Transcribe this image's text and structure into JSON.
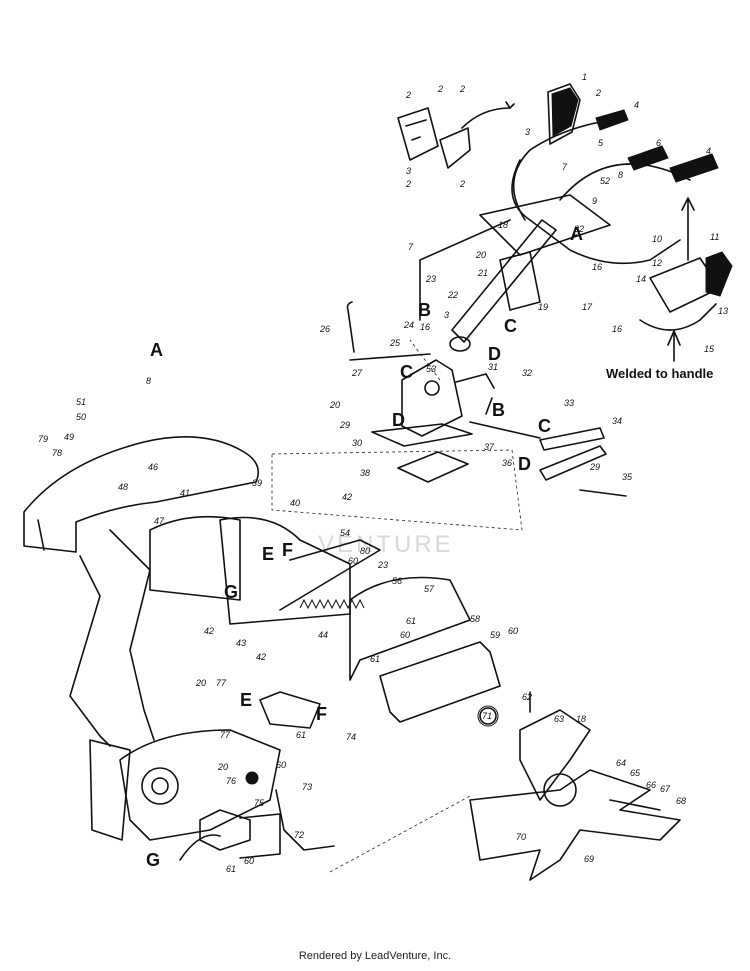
{
  "diagram": {
    "watermark": "VENTURE",
    "note": "Welded to handle",
    "callouts": [
      {
        "id": "1",
        "label": "1"
      },
      {
        "id": "2a",
        "label": "2"
      },
      {
        "id": "2b",
        "label": "2"
      },
      {
        "id": "2c",
        "label": "2"
      },
      {
        "id": "2d",
        "label": "2"
      },
      {
        "id": "2e",
        "label": "2"
      },
      {
        "id": "2f",
        "label": "2"
      },
      {
        "id": "3a",
        "label": "3"
      },
      {
        "id": "3b",
        "label": "3"
      },
      {
        "id": "3c",
        "label": "3"
      },
      {
        "id": "4a",
        "label": "4"
      },
      {
        "id": "4b",
        "label": "4"
      },
      {
        "id": "5",
        "label": "5"
      },
      {
        "id": "6",
        "label": "6"
      },
      {
        "id": "7a",
        "label": "7"
      },
      {
        "id": "7b",
        "label": "7"
      },
      {
        "id": "8a",
        "label": "8"
      },
      {
        "id": "8b",
        "label": "8"
      },
      {
        "id": "9",
        "label": "9"
      },
      {
        "id": "10",
        "label": "10"
      },
      {
        "id": "11",
        "label": "11"
      },
      {
        "id": "12",
        "label": "12"
      },
      {
        "id": "13",
        "label": "13"
      },
      {
        "id": "14",
        "label": "14"
      },
      {
        "id": "15",
        "label": "15"
      },
      {
        "id": "16a",
        "label": "16"
      },
      {
        "id": "16b",
        "label": "16"
      },
      {
        "id": "16c",
        "label": "16"
      },
      {
        "id": "17",
        "label": "17"
      },
      {
        "id": "18a",
        "label": "18"
      },
      {
        "id": "18b",
        "label": "18"
      },
      {
        "id": "19",
        "label": "19"
      },
      {
        "id": "20a",
        "label": "20"
      },
      {
        "id": "20b",
        "label": "20"
      },
      {
        "id": "20c",
        "label": "20"
      },
      {
        "id": "20d",
        "label": "20"
      },
      {
        "id": "21",
        "label": "21"
      },
      {
        "id": "22a",
        "label": "22"
      },
      {
        "id": "22b",
        "label": "22"
      },
      {
        "id": "23a",
        "label": "23"
      },
      {
        "id": "23b",
        "label": "23"
      },
      {
        "id": "24",
        "label": "24"
      },
      {
        "id": "25",
        "label": "25"
      },
      {
        "id": "26",
        "label": "26"
      },
      {
        "id": "27",
        "label": "27"
      },
      {
        "id": "29a",
        "label": "29"
      },
      {
        "id": "29b",
        "label": "29"
      },
      {
        "id": "30",
        "label": "30"
      },
      {
        "id": "31",
        "label": "31"
      },
      {
        "id": "32",
        "label": "32"
      },
      {
        "id": "33",
        "label": "33"
      },
      {
        "id": "34",
        "label": "34"
      },
      {
        "id": "35",
        "label": "35"
      },
      {
        "id": "36",
        "label": "36"
      },
      {
        "id": "37",
        "label": "37"
      },
      {
        "id": "38",
        "label": "38"
      },
      {
        "id": "39",
        "label": "39"
      },
      {
        "id": "40",
        "label": "40"
      },
      {
        "id": "41",
        "label": "41"
      },
      {
        "id": "42a",
        "label": "42"
      },
      {
        "id": "42b",
        "label": "42"
      },
      {
        "id": "42c",
        "label": "42"
      },
      {
        "id": "43",
        "label": "43"
      },
      {
        "id": "44",
        "label": "44"
      },
      {
        "id": "46",
        "label": "46"
      },
      {
        "id": "47",
        "label": "47"
      },
      {
        "id": "48",
        "label": "48"
      },
      {
        "id": "49",
        "label": "49"
      },
      {
        "id": "50",
        "label": "50"
      },
      {
        "id": "51",
        "label": "51"
      },
      {
        "id": "52",
        "label": "52"
      },
      {
        "id": "53",
        "label": "53"
      },
      {
        "id": "54",
        "label": "54"
      },
      {
        "id": "56",
        "label": "56"
      },
      {
        "id": "57",
        "label": "57"
      },
      {
        "id": "58",
        "label": "58"
      },
      {
        "id": "59",
        "label": "59"
      },
      {
        "id": "60a",
        "label": "60"
      },
      {
        "id": "60b",
        "label": "60"
      },
      {
        "id": "60c",
        "label": "60"
      },
      {
        "id": "60d",
        "label": "60"
      },
      {
        "id": "60e",
        "label": "60"
      },
      {
        "id": "61a",
        "label": "61"
      },
      {
        "id": "61b",
        "label": "61"
      },
      {
        "id": "61c",
        "label": "61"
      },
      {
        "id": "61d",
        "label": "61"
      },
      {
        "id": "62",
        "label": "62"
      },
      {
        "id": "63",
        "label": "63"
      },
      {
        "id": "64",
        "label": "64"
      },
      {
        "id": "65",
        "label": "65"
      },
      {
        "id": "66",
        "label": "66"
      },
      {
        "id": "67",
        "label": "67"
      },
      {
        "id": "68",
        "label": "68"
      },
      {
        "id": "69",
        "label": "69"
      },
      {
        "id": "70",
        "label": "70"
      },
      {
        "id": "71",
        "label": "71"
      },
      {
        "id": "72",
        "label": "72"
      },
      {
        "id": "73",
        "label": "73"
      },
      {
        "id": "74",
        "label": "74"
      },
      {
        "id": "75",
        "label": "75"
      },
      {
        "id": "76",
        "label": "76"
      },
      {
        "id": "77a",
        "label": "77"
      },
      {
        "id": "77b",
        "label": "77"
      },
      {
        "id": "78",
        "label": "78"
      },
      {
        "id": "79",
        "label": "79"
      },
      {
        "id": "80",
        "label": "80"
      }
    ],
    "letters": [
      {
        "id": "A1",
        "label": "A"
      },
      {
        "id": "A2",
        "label": "A"
      },
      {
        "id": "B1",
        "label": "B"
      },
      {
        "id": "B2",
        "label": "B"
      },
      {
        "id": "C1",
        "label": "C"
      },
      {
        "id": "C2",
        "label": "C"
      },
      {
        "id": "C3",
        "label": "C"
      },
      {
        "id": "D1",
        "label": "D"
      },
      {
        "id": "D2",
        "label": "D"
      },
      {
        "id": "D3",
        "label": "D"
      },
      {
        "id": "E1",
        "label": "E"
      },
      {
        "id": "E2",
        "label": "E"
      },
      {
        "id": "F1",
        "label": "F"
      },
      {
        "id": "F2",
        "label": "F"
      },
      {
        "id": "G1",
        "label": "G"
      },
      {
        "id": "G2",
        "label": "G"
      }
    ]
  },
  "footer": "Rendered by LeadVenture, Inc."
}
